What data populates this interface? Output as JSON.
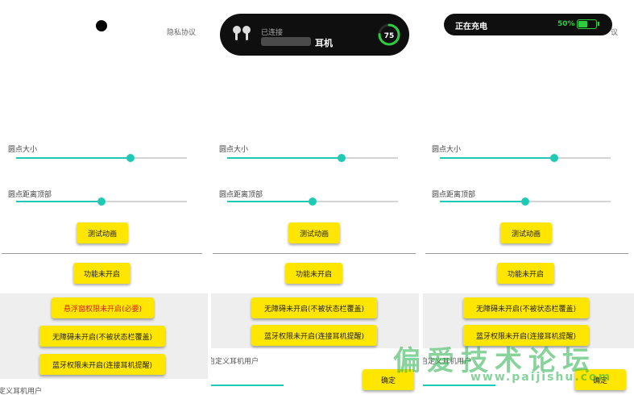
{
  "privacy_label": "隐私协议",
  "dot_size_label": "圆点大小",
  "dot_top_label": "圆点距离顶部",
  "test_animation_label": "测试动画",
  "feature_off_label": "功能未开启",
  "overlay_perm_label": "悬浮窗权限未开启(必要)",
  "accessibility_label": "无障碍未开启(不被状态栏覆盖)",
  "bluetooth_label": "蓝牙权限未开启(连接耳机提醒)",
  "custom_user_label": "自定义耳机用户",
  "confirm_label": "确定",
  "connected_label": "已连接",
  "headset_name": "耳机",
  "battery_ring_value": "75",
  "charging_label": "正在充电",
  "charging_percent": "50%",
  "partial_custom_label": "定义耳机用户",
  "partial_privacy_label": "议",
  "sliders": {
    "dot_size": 0.67,
    "dot_top": 0.5
  },
  "ring_progress": 0.75,
  "battery_fill": 0.5,
  "colors": {
    "accent": "#20c9b4",
    "button": "#ffe600",
    "warn_text": "#d42020",
    "island": "#0f0f0f",
    "battery_green": "#2ecc40",
    "watermark": "#27b04a"
  },
  "watermark": {
    "cn": "偏爱技术论坛",
    "url": "www.paijishu.com"
  }
}
